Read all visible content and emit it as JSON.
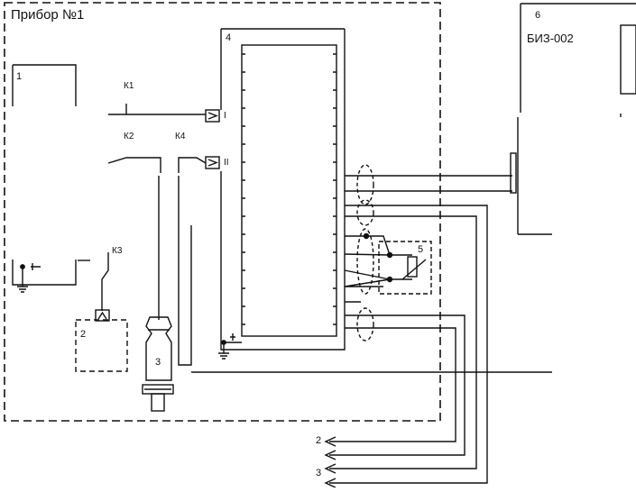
{
  "device": {
    "title": "Прибор №1"
  },
  "blocks": {
    "b1": "1",
    "b2": "2",
    "b3": "3",
    "b4": "4",
    "b5": "5",
    "b6": "6",
    "b6_name": "БИЗ-002"
  },
  "contacts": {
    "k1": "К1",
    "k2": "К2",
    "k3": "К3",
    "k4": "К4"
  },
  "inputs": {
    "in1": "I",
    "in2": "II"
  },
  "outputs": {
    "out2": "2",
    "out3": "3"
  },
  "colors": {
    "line": "#111111",
    "background": "#ffffff"
  }
}
